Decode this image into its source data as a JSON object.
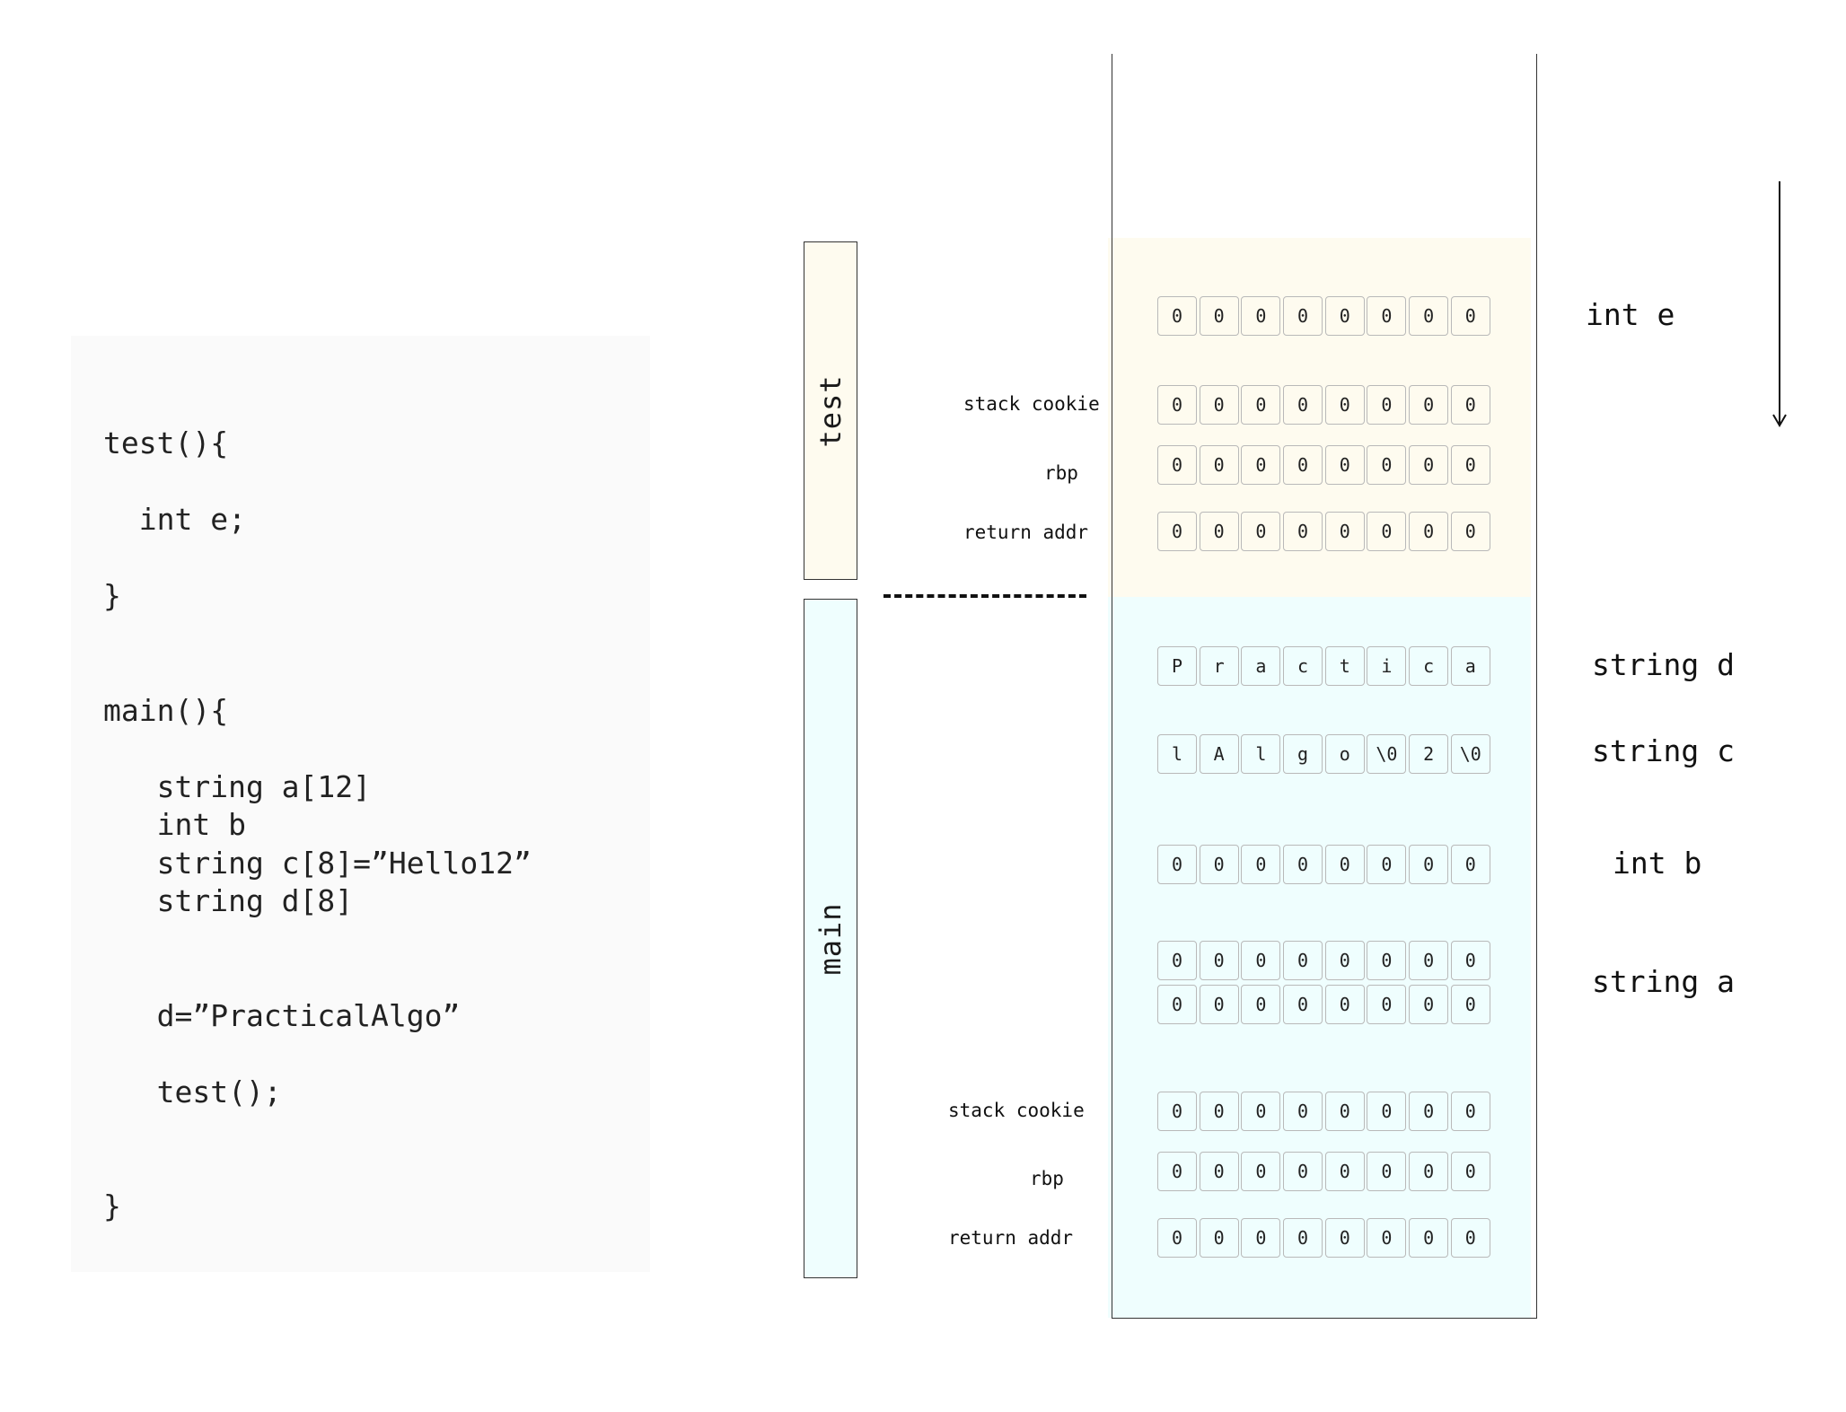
{
  "code": {
    "lines": [
      "test(){",
      "  int e;",
      "}",
      "main(){",
      "   string a[12]",
      "   int b",
      "   string c[8]=”Hello12”",
      "   string d[8]",
      "   d=”PracticalAlgo”",
      "   test();",
      "}"
    ]
  },
  "frames": {
    "test": "test",
    "main": "main"
  },
  "colors": {
    "test_frame": "#fefbef",
    "main_frame": "#effefe"
  },
  "stack": {
    "rows": [
      {
        "cells": [
          "0",
          "0",
          "0",
          "0",
          "0",
          "0",
          "0",
          "0"
        ]
      },
      {
        "cells": [
          "0",
          "0",
          "0",
          "0",
          "0",
          "0",
          "0",
          "0"
        ]
      },
      {
        "cells": [
          "0",
          "0",
          "0",
          "0",
          "0",
          "0",
          "0",
          "0"
        ]
      },
      {
        "cells": [
          "0",
          "0",
          "0",
          "0",
          "0",
          "0",
          "0",
          "0"
        ]
      },
      {
        "cells": [
          "P",
          "r",
          "a",
          "c",
          "t",
          "i",
          "c",
          "a"
        ]
      },
      {
        "cells": [
          "l",
          "A",
          "l",
          "g",
          "o",
          "\\0",
          "2",
          "\\0"
        ]
      },
      {
        "cells": [
          "0",
          "0",
          "0",
          "0",
          "0",
          "0",
          "0",
          "0"
        ]
      },
      {
        "cells": [
          "0",
          "0",
          "0",
          "0",
          "0",
          "0",
          "0",
          "0"
        ]
      },
      {
        "cells": [
          "0",
          "0",
          "0",
          "0",
          "0",
          "0",
          "0",
          "0"
        ]
      },
      {
        "cells": [
          "0",
          "0",
          "0",
          "0",
          "0",
          "0",
          "0",
          "0"
        ]
      },
      {
        "cells": [
          "0",
          "0",
          "0",
          "0",
          "0",
          "0",
          "0",
          "0"
        ]
      },
      {
        "cells": [
          "0",
          "0",
          "0",
          "0",
          "0",
          "0",
          "0",
          "0"
        ]
      }
    ],
    "slot_labels": {
      "test_cookie": "stack cookie",
      "test_rbp": "rbp",
      "test_ret": "return addr",
      "main_cookie": "stack cookie",
      "main_rbp": "rbp",
      "main_ret": "return addr"
    },
    "var_labels": {
      "e": "int e",
      "d": "string d",
      "c": "string c",
      "b": "int b",
      "a": "string a"
    }
  }
}
